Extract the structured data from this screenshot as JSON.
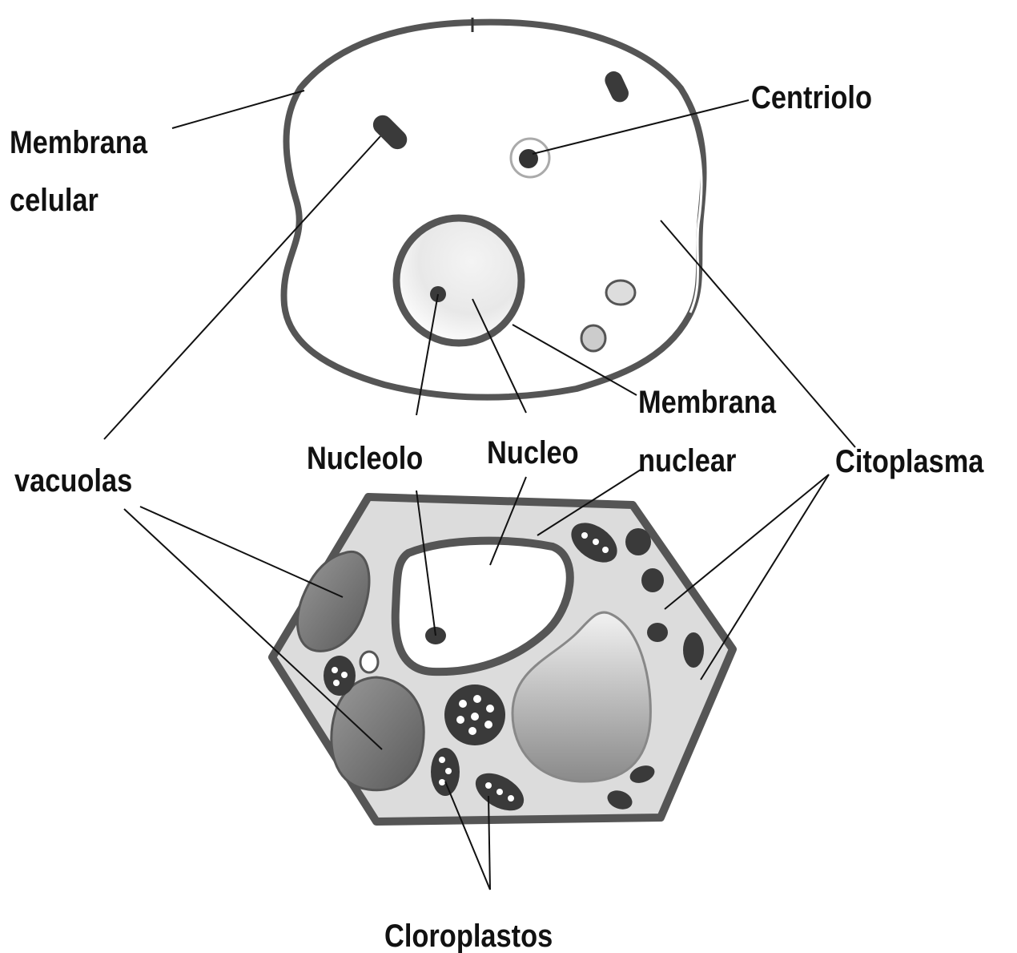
{
  "labels": {
    "membrana_celular_1": "Membrana",
    "membrana_celular_2": "celular",
    "centriolo": "Centriolo",
    "membrana_nuclear_1": "Membrana",
    "membrana_nuclear_2": "nuclear",
    "vacuolas": "vacuolas",
    "nucleolo": "Nucleolo",
    "nucleo": "Nucleo",
    "citoplasma": "Citoplasma",
    "cloroplastos": "Cloroplastos"
  },
  "colors": {
    "membrane": "#555555",
    "plant_cytoplasm": "#dcdcdc",
    "vacuole": "#777777",
    "organelle": "#3a3a3a",
    "line": "#111111"
  }
}
